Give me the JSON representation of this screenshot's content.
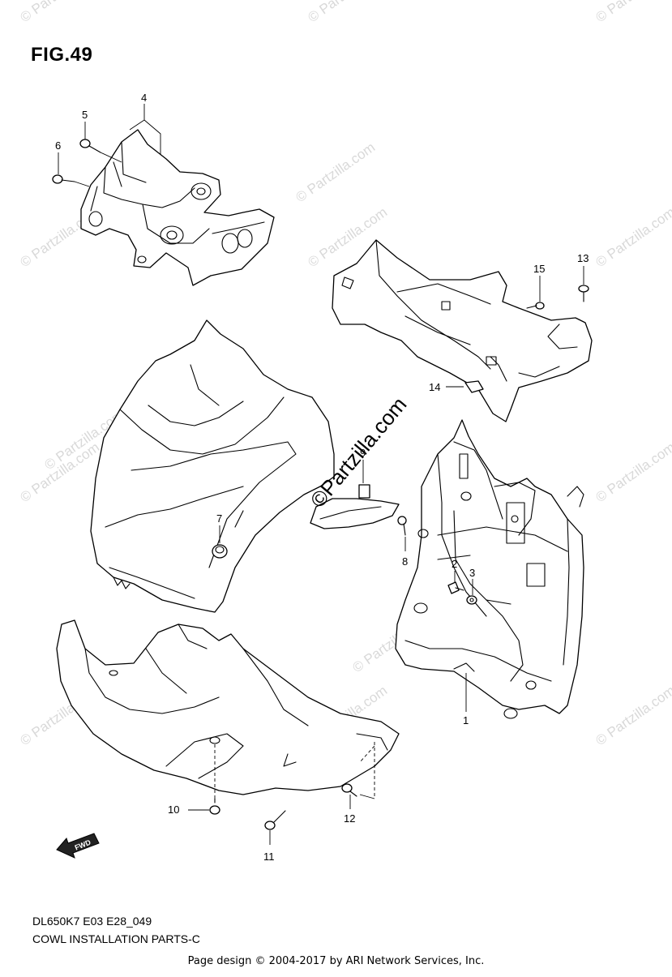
{
  "figure": {
    "title": "FIG.49",
    "model_code": "DL650K7 E03 E28_049",
    "name": "COWL INSTALLATION PARTS-C"
  },
  "footer": "Page design © 2004-2017 by ARI Network Services, Inc.",
  "watermark": {
    "center_text": "©Partzilla.com",
    "tile_text": "© Partzilla.com"
  },
  "direction_badge": "FWD",
  "callouts": [
    "1",
    "2",
    "3",
    "4",
    "5",
    "6",
    "7",
    "8",
    "9",
    "10",
    "11",
    "12",
    "13",
    "14",
    "15"
  ]
}
